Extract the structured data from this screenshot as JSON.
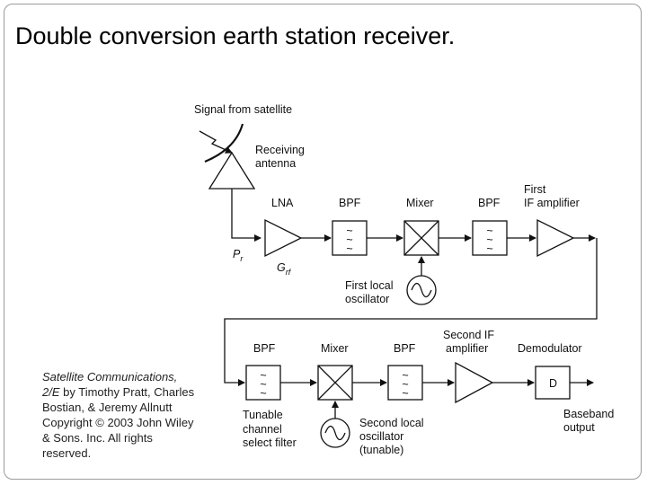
{
  "slide": {
    "title": "Double conversion earth station receiver."
  },
  "credit": {
    "book_title": "Satellite Communications, 2/E",
    "by": " by Timothy Pratt, Charles Bostian, & Jeremy Allnutt",
    "copyright": "Copyright © 2003 John Wiley & Sons. Inc. All rights reserved."
  },
  "diagram": {
    "signal_label": "Signal from satellite",
    "antenna_label_1": "Receiving",
    "antenna_label_2": "antenna",
    "lna_label": "LNA",
    "bpf1_label": "BPF",
    "mixer1_label": "Mixer",
    "bpf2_label": "BPF",
    "if1_label_1": "First",
    "if1_label_2": "IF amplifier",
    "pr_main": "P",
    "pr_sub": "r",
    "grf_main": "G",
    "grf_sub": "rf",
    "lo1_label_1": "First local",
    "lo1_label_2": "oscillator",
    "bpf3_label": "BPF",
    "mixer2_label": "Mixer",
    "bpf4_label": "BPF",
    "if2_label_1": "Second IF",
    "if2_label_2": "amplifier",
    "demod_label": "Demodulator",
    "demod_symbol": "D",
    "tunable_label_1": "Tunable",
    "tunable_label_2": "channel",
    "tunable_label_3": "select filter",
    "lo2_label_1": "Second local",
    "lo2_label_2": "oscillator",
    "lo2_label_3": "(tunable)",
    "baseband_label_1": "Baseband",
    "baseband_label_2": "output"
  }
}
